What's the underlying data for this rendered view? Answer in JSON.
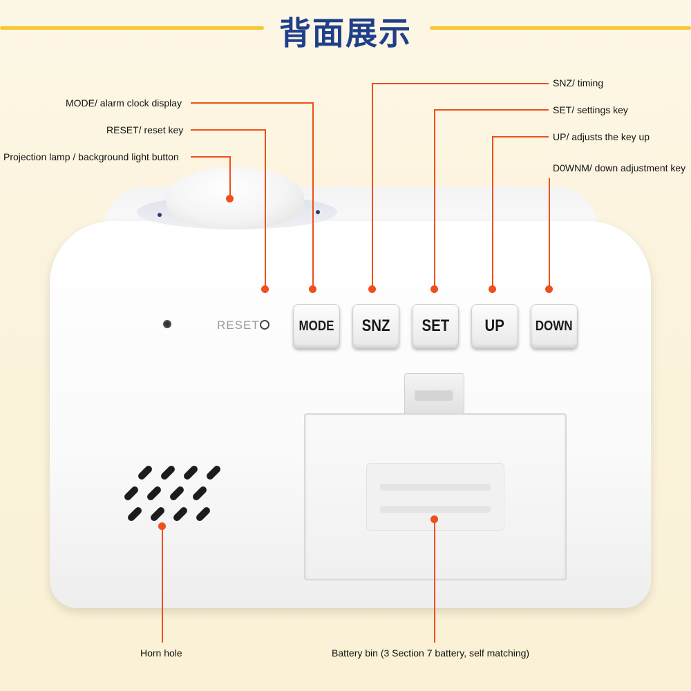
{
  "title": "背面展示",
  "colors": {
    "accent": "#ee4f1c",
    "title": "#1f3f8a",
    "title_line": "#f6c930"
  },
  "device": {
    "reset_label": "RESET",
    "keys": [
      "MODE",
      "SNZ",
      "SET",
      "UP",
      "DOWN"
    ]
  },
  "callouts": {
    "mode": "MODE/ alarm clock display",
    "reset": "RESET/ reset key",
    "projection": "Projection lamp / background light button",
    "snz": "SNZ/ timing",
    "set": "SET/ settings key",
    "up": "UP/ adjusts the key up",
    "down": "D0WNM/ down adjustment key",
    "horn": "Horn hole",
    "battery": "Battery bin (3 Section 7 battery, self matching)"
  }
}
